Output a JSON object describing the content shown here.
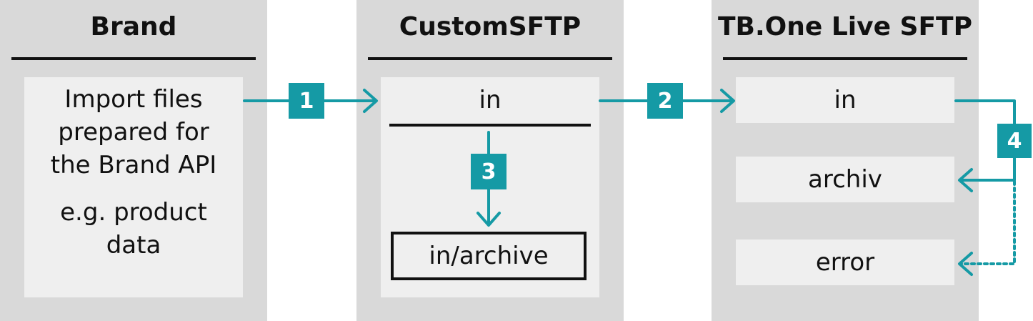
{
  "colors": {
    "accent": "#159aa5",
    "panel": "#d9d9d9",
    "box": "#efefef",
    "ink": "#111111"
  },
  "columns": {
    "brand": {
      "title": "Brand",
      "box_lines": [
        "Import files",
        "prepared for",
        "the Brand API"
      ],
      "example_lines": [
        "e.g. product",
        "data"
      ]
    },
    "custom_sftp": {
      "title": "CustomSFTP",
      "in_label": "in",
      "archive_label": "in/archive"
    },
    "live_sftp": {
      "title": "TB.One Live SFTP",
      "in_label": "in",
      "archiv_label": "archiv",
      "error_label": "error"
    }
  },
  "steps": [
    "1",
    "2",
    "3",
    "4"
  ]
}
